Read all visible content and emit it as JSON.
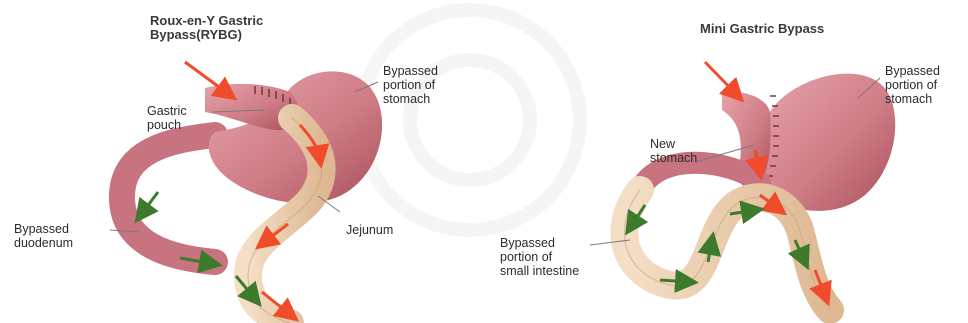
{
  "left": {
    "title_lines": [
      "Roux-en-Y Gastric",
      "Bypass(RYBG)"
    ],
    "labels": {
      "gastric_pouch": [
        "Gastric",
        "pouch"
      ],
      "bypassed_stomach": [
        "Bypassed",
        "portion of",
        "stomach"
      ],
      "jejunum": [
        "Jejunum"
      ],
      "bypassed_duodenum": [
        "Bypassed",
        "duodenum"
      ]
    }
  },
  "right": {
    "title": "Mini Gastric Bypass",
    "labels": {
      "new_stomach": [
        "New",
        "stomach"
      ],
      "bypassed_stomach": [
        "Bypassed",
        "portion of",
        "stomach"
      ],
      "bypassed_small_intestine": [
        "Bypassed",
        "portion of",
        "small intestine"
      ]
    }
  },
  "colors": {
    "stomach": "#cf7d86",
    "stomach_shadow": "#a9505c",
    "intestine": "#e9c9a5",
    "intestine_edge": "#c9a27c",
    "flow_red": "#f04b2a",
    "flow_green": "#3d7a2c",
    "leader_line": "#7a7a7a"
  },
  "icons": [
    "red-flow-arrow-icon",
    "green-flow-arrow-icon"
  ]
}
